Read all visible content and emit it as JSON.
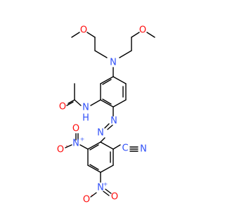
{
  "molecule": {
    "atoms": [
      {
        "label": "O",
        "color": "#ff0d0d"
      },
      {
        "label": "O",
        "color": "#ff0d0d"
      },
      {
        "label": "N",
        "color": "#3050f8"
      },
      {
        "label": "O",
        "color": "#ff0d0d"
      },
      {
        "label": "N",
        "color": "#3050f8"
      },
      {
        "label": "H",
        "color": "#3050f8"
      },
      {
        "label": "N",
        "color": "#3050f8"
      },
      {
        "label": "N",
        "color": "#3050f8"
      },
      {
        "label": "C",
        "color": "#3050f8"
      },
      {
        "label": "N",
        "color": "#3050f8"
      },
      {
        "label": "N",
        "color": "#3050f8"
      },
      {
        "label": "O",
        "color": "#ff0d0d"
      },
      {
        "label": "O",
        "color": "#ff0d0d"
      },
      {
        "label": "N",
        "color": "#3050f8"
      },
      {
        "label": "O",
        "color": "#ff0d0d"
      },
      {
        "label": "O",
        "color": "#ff0d0d"
      }
    ],
    "charges": [
      {
        "label": "+",
        "color": "#3050f8"
      },
      {
        "label": "-",
        "color": "#ff0d0d"
      },
      {
        "label": "+",
        "color": "#3050f8"
      },
      {
        "label": "-",
        "color": "#ff0d0d"
      }
    ]
  }
}
